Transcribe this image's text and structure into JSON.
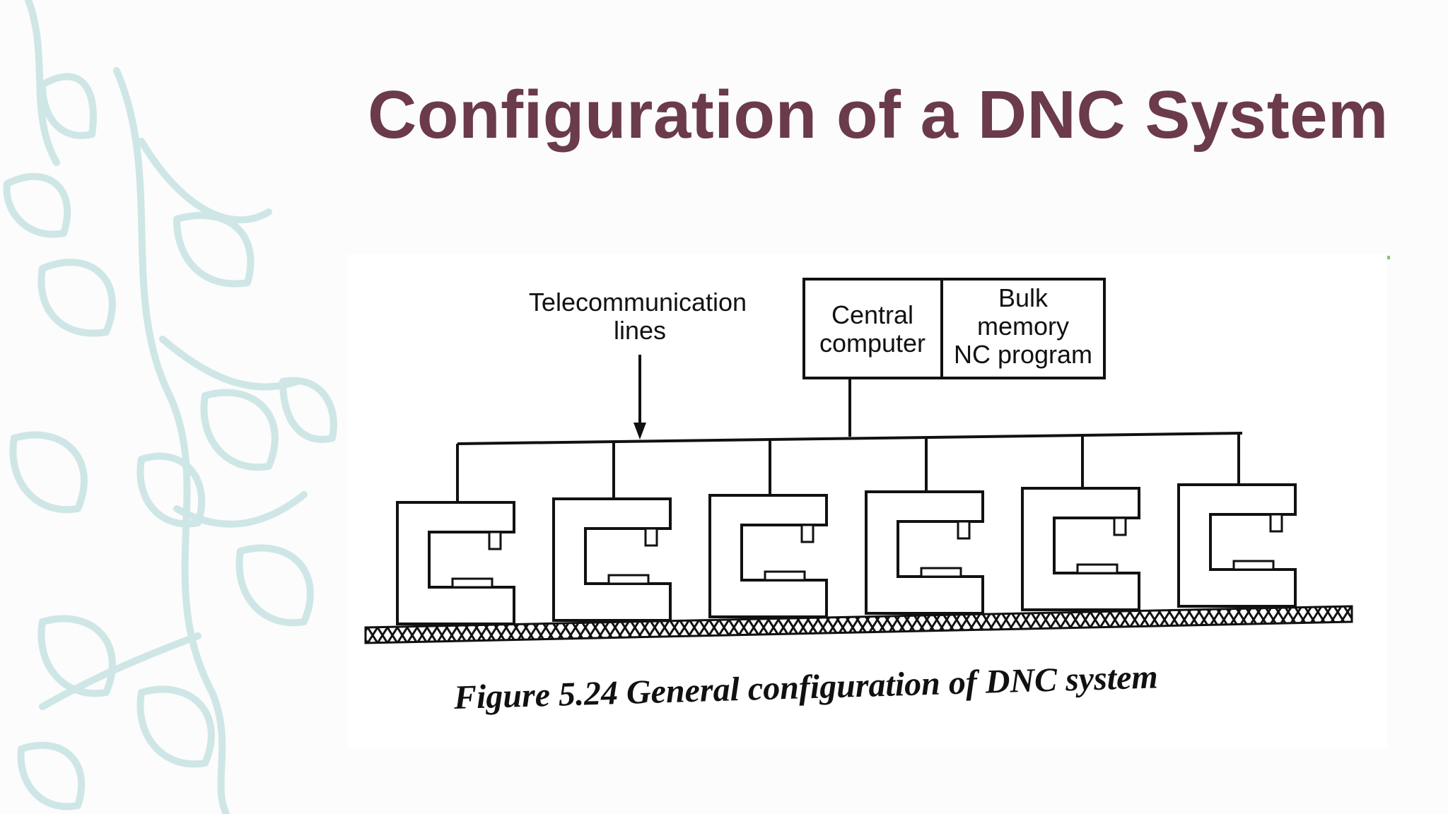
{
  "slide": {
    "title": "Configuration of a DNC System",
    "title_color": "#6b3a4b",
    "accent_color": "#8dc26b",
    "leaf_color": "#cfe6e6"
  },
  "diagram": {
    "label_telecom_line1": "Telecommunication",
    "label_telecom_line2": "lines",
    "central_line1": "Central",
    "central_line2": "computer",
    "bulk_line1": "Bulk",
    "bulk_line2": "memory",
    "bulk_line3": "NC program",
    "machine_count": 6,
    "caption": "Figure 5.24 General configuration of DNC system"
  }
}
